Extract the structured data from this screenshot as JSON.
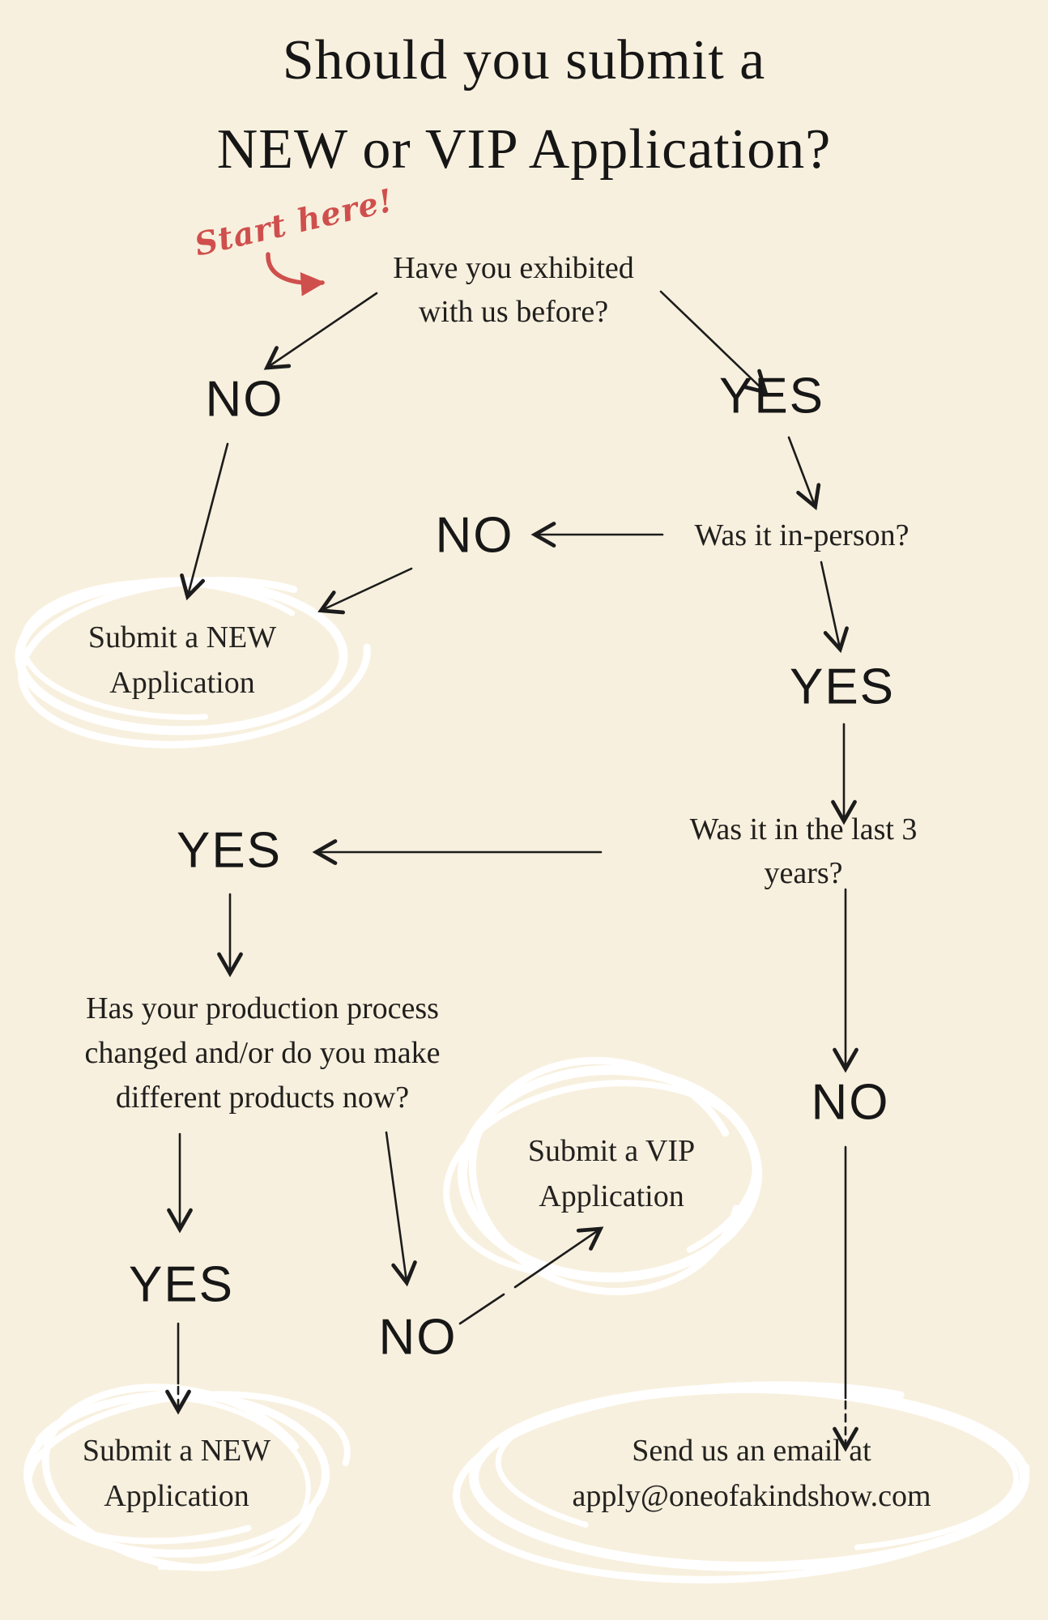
{
  "page": {
    "background_color": "#f8f0de",
    "ink_color": "#1c1c1c",
    "accent_red": "#cf4f4d",
    "scribble_circle_color": "#ffffff"
  },
  "title": {
    "line1": "Should you submit a",
    "line2": "NEW or VIP Application?"
  },
  "start": {
    "label": "Start here!"
  },
  "questions": {
    "exhibited": {
      "line1": "Have you exhibited",
      "line2": "with us before?"
    },
    "in_person": {
      "text": "Was it in-person?"
    },
    "last_3_years": {
      "text": "Was it in the last 3 years?"
    },
    "production": {
      "line1": "Has your production process",
      "line2": "changed and/or do you make",
      "line3": "different products now?"
    }
  },
  "answers": {
    "no_exhibited": "NO",
    "yes_exhibited": "YES",
    "no_in_person": "NO",
    "yes_in_person": "YES",
    "yes_last_3_years": "YES",
    "no_last_3_years": "NO",
    "yes_production": "YES",
    "no_production": "NO"
  },
  "outcomes": {
    "new_app_top": {
      "line1": "Submit a NEW",
      "line2": "Application"
    },
    "vip_app": {
      "line1": "Submit a VIP",
      "line2": "Application"
    },
    "new_app_bottom": {
      "line1": "Submit a NEW",
      "line2": "Application"
    },
    "email": {
      "line1": "Send us an email at",
      "line2": "apply@oneofakindshow.com"
    }
  }
}
